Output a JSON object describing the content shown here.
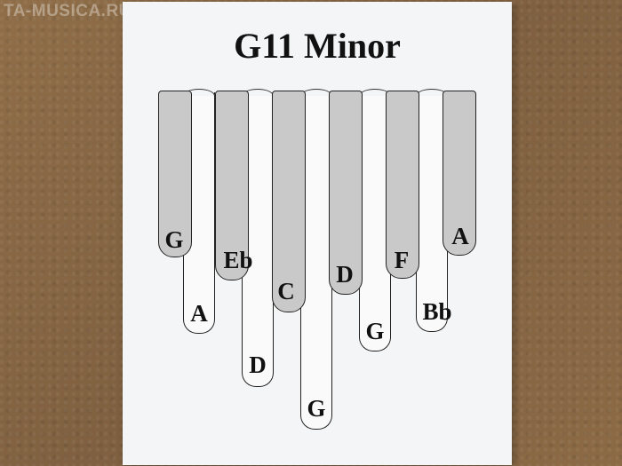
{
  "watermark": "TA-MUSICA.RU",
  "title": "G11 Minor",
  "colors": {
    "paper": "#f4f5f6",
    "gray_key": "#c9c9c9",
    "white_key": "#fafafa",
    "background": "#8a6a44"
  },
  "keys": [
    {
      "note": "G",
      "color": "gray"
    },
    {
      "note": "A",
      "color": "white"
    },
    {
      "note": "Eb",
      "color": "gray"
    },
    {
      "note": "D",
      "color": "white"
    },
    {
      "note": "C",
      "color": "gray"
    },
    {
      "note": "G",
      "color": "white"
    },
    {
      "note": "D",
      "color": "gray"
    },
    {
      "note": "G",
      "color": "white"
    },
    {
      "note": "F",
      "color": "gray"
    },
    {
      "note": "Bb",
      "color": "white"
    },
    {
      "note": "A",
      "color": "gray"
    }
  ]
}
